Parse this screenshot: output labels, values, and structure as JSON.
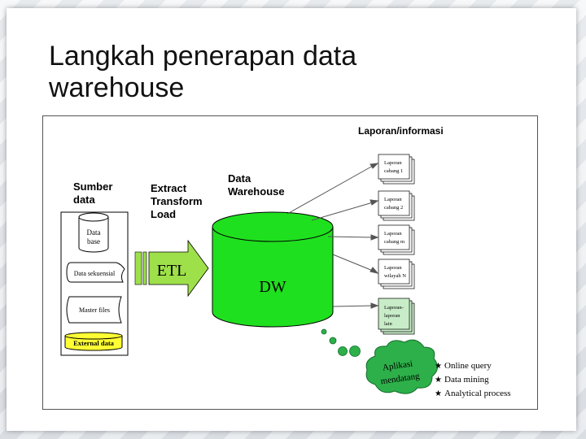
{
  "slide": {
    "title_line1": "Langkah penerapan data",
    "title_line2": "warehouse"
  },
  "diagram": {
    "sources_heading_1": "Sumber",
    "sources_heading_2": "data",
    "sources": {
      "database_1": "Data",
      "database_2": "base",
      "sequential": "Data sekuensial",
      "master": "Master files",
      "external": "External data"
    },
    "etl_heading": [
      "Extract",
      "Transform",
      "Load"
    ],
    "etl_label": "ETL",
    "dw_heading_1": "Data",
    "dw_heading_2": "Warehouse",
    "dw_label": "DW",
    "reports_heading": "Laporan/informasi",
    "reports": [
      {
        "line1": "Laporan",
        "line2": "cabang 1"
      },
      {
        "line1": "Laporan",
        "line2": "cabang 2"
      },
      {
        "line1": "Laporan",
        "line2": "cabang m"
      },
      {
        "line1": "Laporan",
        "line2": "wilayah N"
      },
      {
        "line1": "Laporan-",
        "line2": "laporan",
        "line3": "lain"
      }
    ],
    "cloud_line1": "Aplikasi",
    "cloud_line2": "mendatang",
    "future_apps": [
      "Online query",
      "Data mining",
      "Analytical process"
    ],
    "colors": {
      "green": "#1fe01f",
      "light_green": "#c8ecc8",
      "etl_arrow": "#9ee04a",
      "external_yellow": "#ffff33",
      "cloud_green": "#2db04a"
    }
  }
}
